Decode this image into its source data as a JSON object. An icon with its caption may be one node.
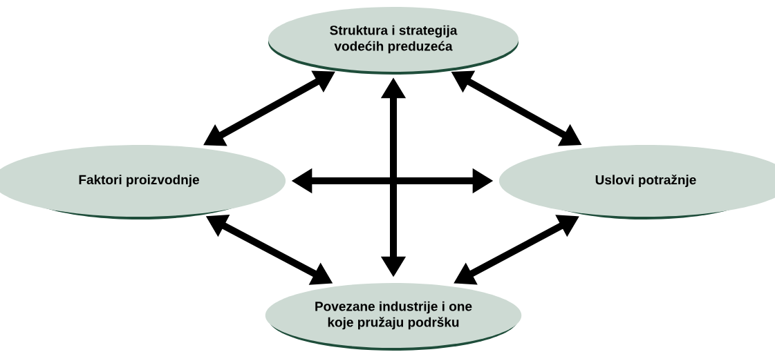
{
  "diagram": {
    "nodes": [
      {
        "text": [
          "Struktura i strategija vodećih preduzeća"
        ]
      },
      {
        "text": [
          "Faktori proizvodnje"
        ]
      },
      {
        "text": [
          "Uslovi potražnje"
        ]
      },
      {
        "text": [
          "Povezane industrije i one koje pružaju podršku"
        ]
      }
    ],
    "edges": [
      {
        "from": 0,
        "to": 1,
        "arrow": "both"
      },
      {
        "from": 0,
        "to": 2,
        "arrow": "both"
      },
      {
        "from": 1,
        "to": 2,
        "arrow": "both"
      },
      {
        "from": 0,
        "to": 3,
        "arrow": "both"
      },
      {
        "from": 1,
        "to": 3,
        "arrow": "both"
      },
      {
        "from": 2,
        "to": 3,
        "arrow": "both"
      }
    ]
  }
}
